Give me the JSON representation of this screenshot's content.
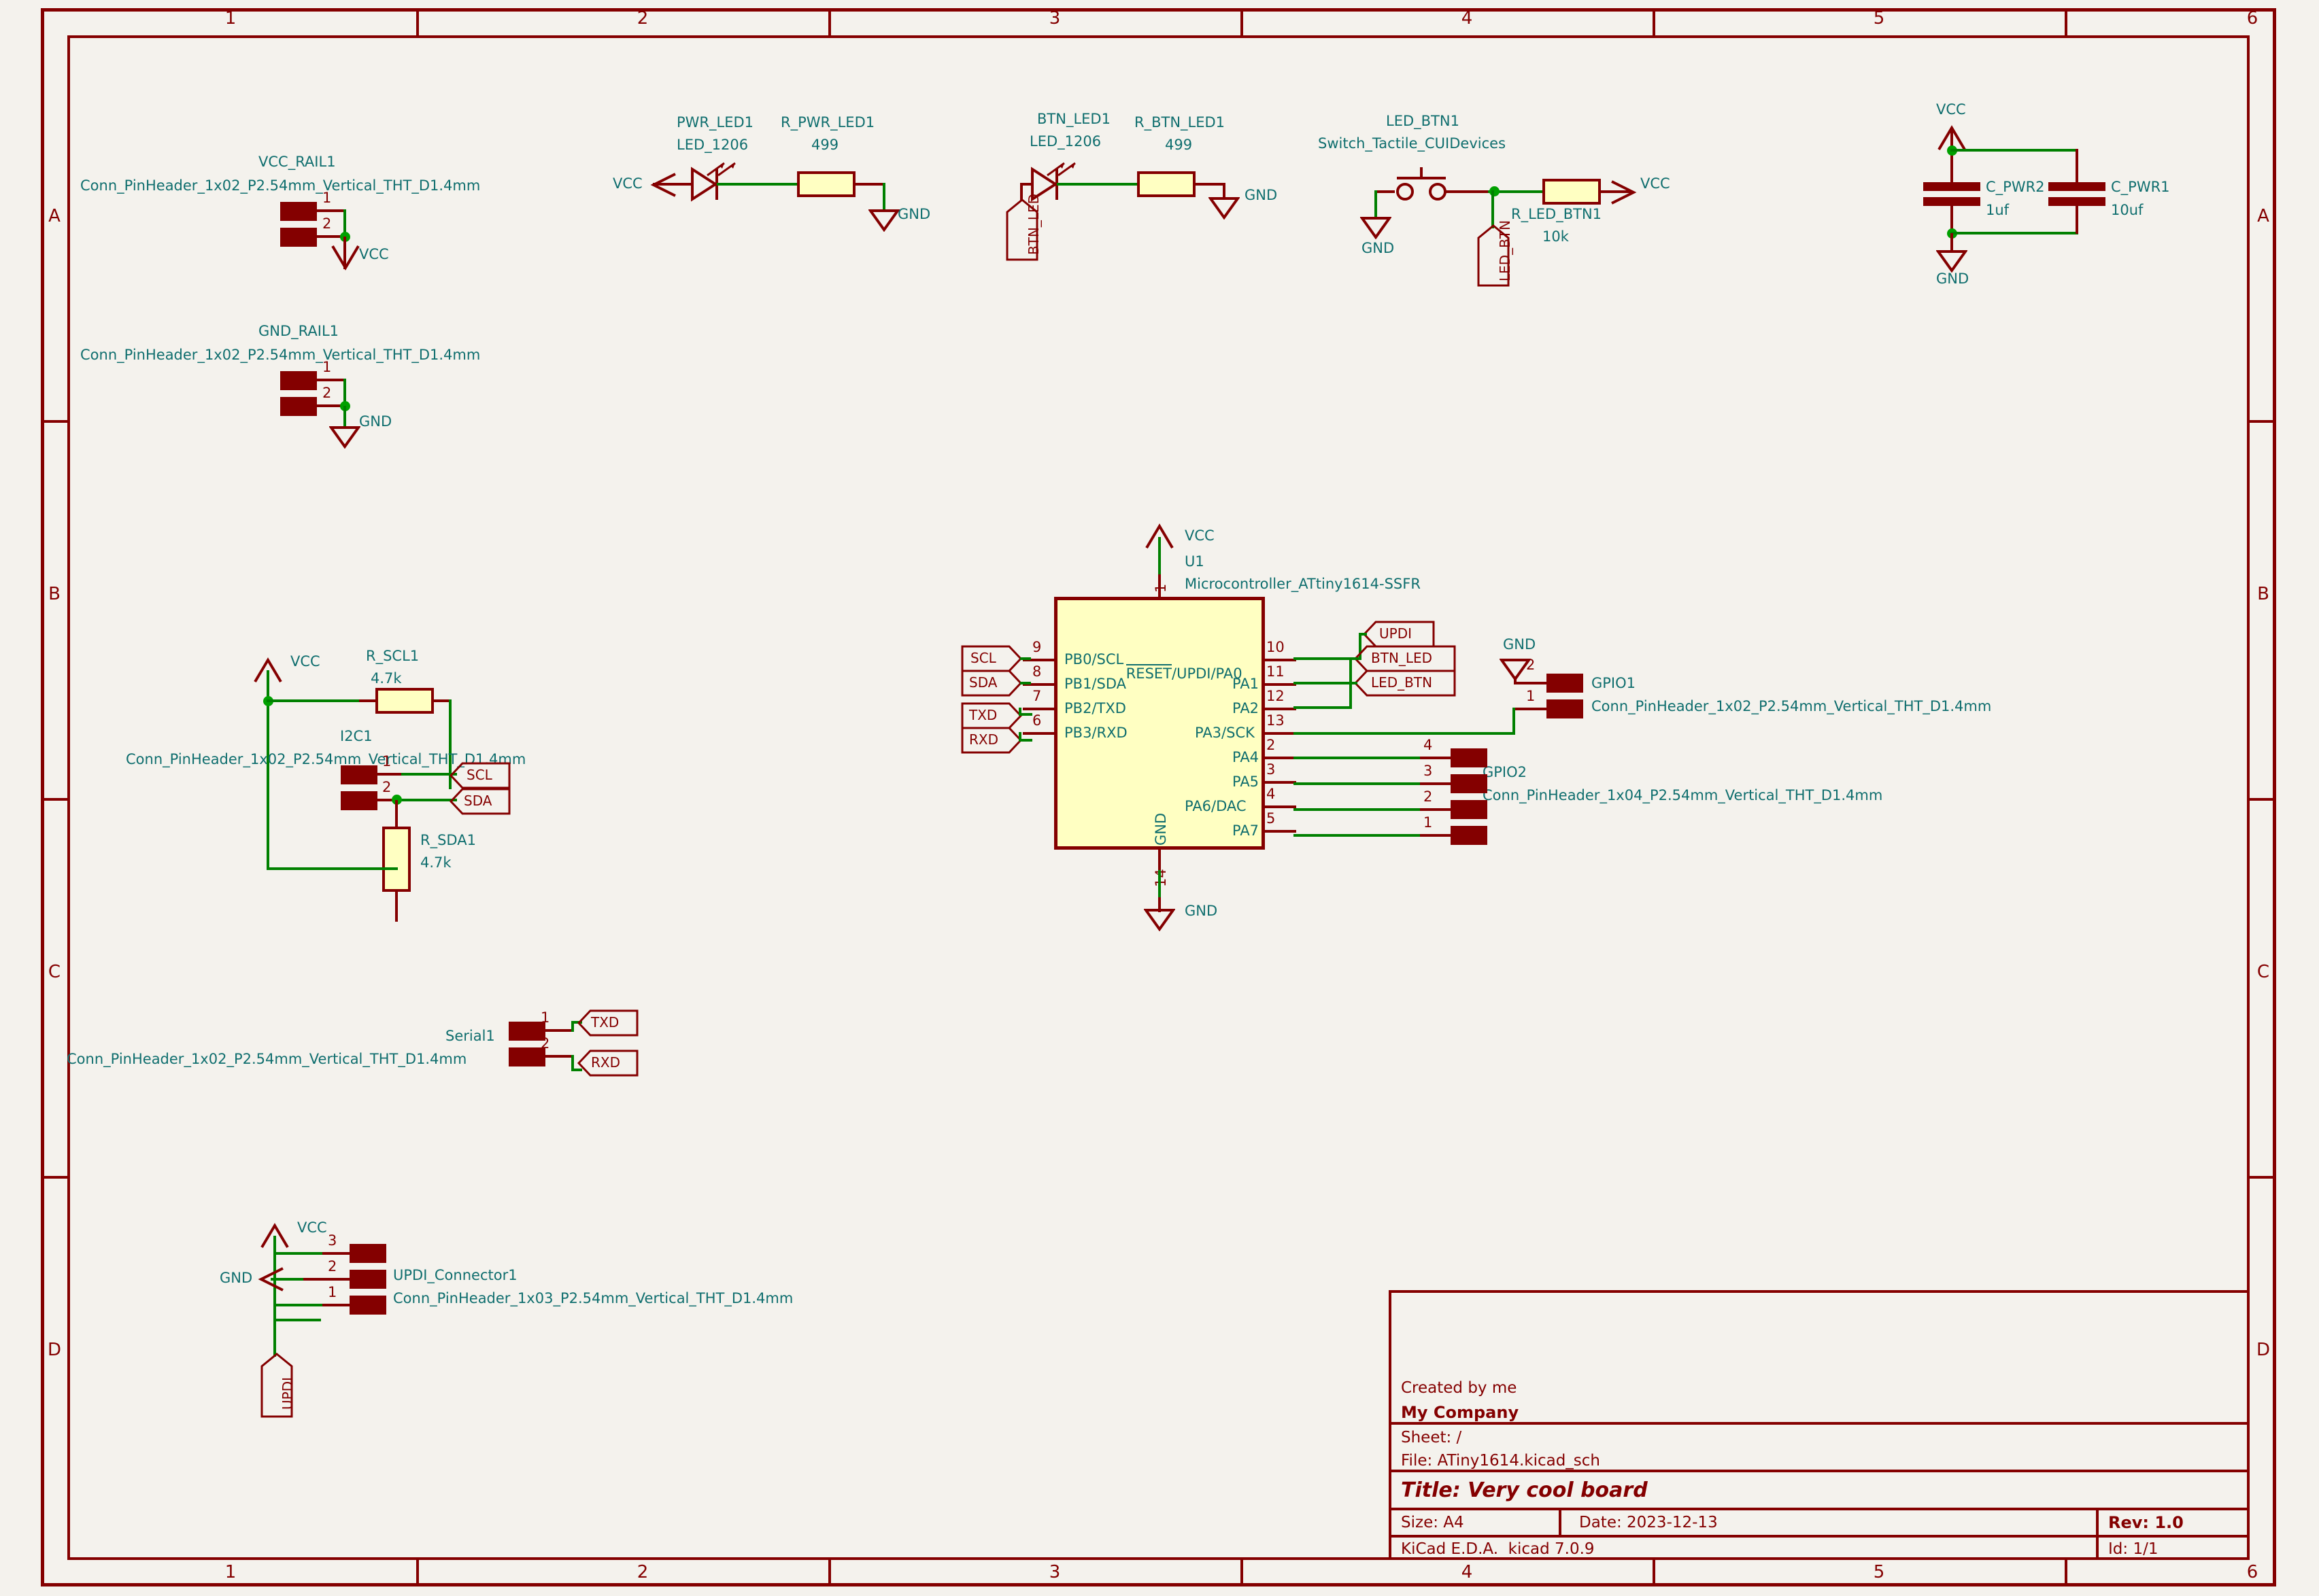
{
  "sheet": {
    "background": "#F4F2ED",
    "wire_color": "#008000",
    "symbol_color": "#840000",
    "text_color": "#0F6E6E",
    "body_fill": "#FFFFC2",
    "zone_cols": [
      "1",
      "2",
      "3",
      "4",
      "5",
      "6"
    ],
    "zone_rows": [
      "A",
      "B",
      "C",
      "D"
    ]
  },
  "title_block": {
    "created_by": "Created by me",
    "company": "My Company",
    "sheet": "Sheet: /",
    "file": "File: ATiny1614.kicad_sch",
    "title": "Title: Very cool board",
    "size": "Size: A4",
    "date": "Date: 2023-12-13",
    "rev": "Rev: 1.0",
    "tool": "KiCad E.D.A.  kicad 7.0.9",
    "id": "Id: 1/1"
  },
  "components": {
    "vcc_rail": {
      "ref": "VCC_RAIL1",
      "value": "Conn_PinHeader_1x02_P2.54mm_Vertical_THT_D1.4mm",
      "pins": [
        "1",
        "2"
      ],
      "power": "VCC"
    },
    "gnd_rail": {
      "ref": "GND_RAIL1",
      "value": "Conn_PinHeader_1x02_P2.54mm_Vertical_THT_D1.4mm",
      "pins": [
        "1",
        "2"
      ],
      "power": "GND"
    },
    "pwr_led": {
      "ref": "PWR_LED1",
      "value": "LED_1206",
      "anode_net": "VCC"
    },
    "r_pwr_led": {
      "ref": "R_PWR_LED1",
      "value": "499",
      "power": "GND"
    },
    "btn_led": {
      "ref": "BTN_LED1",
      "value": "LED_1206",
      "net": "BTN_LED"
    },
    "r_btn_led": {
      "ref": "R_BTN_LED1",
      "value": "499",
      "power": "GND"
    },
    "led_btn_switch": {
      "ref": "LED_BTN1",
      "value": "Switch_Tactile_CUIDevices",
      "power": "GND",
      "net": "LED_BTN"
    },
    "r_led_btn": {
      "ref": "R_LED_BTN1",
      "value": "10k",
      "power": "VCC"
    },
    "c_pwr2": {
      "ref": "C_PWR2",
      "value": "1uf"
    },
    "c_pwr1": {
      "ref": "C_PWR1",
      "value": "10uf"
    },
    "cap_rails": {
      "top": "VCC",
      "bottom": "GND"
    },
    "r_scl": {
      "ref": "R_SCL1",
      "value": "4.7k"
    },
    "r_sda": {
      "ref": "R_SDA1",
      "value": "4.7k"
    },
    "i2c": {
      "ref": "I2C1",
      "value": "Conn_PinHeader_1x02_P2.54mm_Vertical_THT_D1.4mm",
      "pins": [
        "1",
        "2"
      ],
      "nets": [
        "SCL",
        "SDA"
      ],
      "power": "VCC"
    },
    "serial": {
      "ref": "Serial1",
      "value": "Conn_PinHeader_1x02_P2.54mm_Vertical_THT_D1.4mm",
      "pins": [
        "1",
        "2"
      ],
      "nets": [
        "TXD",
        "RXD"
      ]
    },
    "updi_conn": {
      "ref": "UPDI_Connector1",
      "value": "Conn_PinHeader_1x03_P2.54mm_Vertical_THT_D1.4mm",
      "pins": [
        "3",
        "2",
        "1"
      ],
      "power_top": "VCC",
      "power_mid": "GND",
      "net": "UPDI"
    },
    "gpio1": {
      "ref": "GPIO1",
      "value": "Conn_PinHeader_1x02_P2.54mm_Vertical_THT_D1.4mm",
      "pins": [
        "2",
        "1"
      ],
      "power": "GND"
    },
    "gpio2": {
      "ref": "GPIO2",
      "value": "Conn_PinHeader_1x04_P2.54mm_Vertical_THT_D1.4mm",
      "pins": [
        "4",
        "3",
        "2",
        "1"
      ]
    },
    "mcu": {
      "ref": "U1",
      "value": "Microcontroller_ATtiny1614-SSFR",
      "vcc_label": "VCC",
      "vcc_pin_num": "1",
      "vcc_pin_name": "VCC",
      "gnd_label": "GND",
      "gnd_pin_num": "14",
      "gnd_pin_name": "GND",
      "left_pins": [
        {
          "num": "9",
          "name": "PB0/SCL",
          "net": "SCL"
        },
        {
          "num": "8",
          "name": "PB1/SDA",
          "net": "SDA"
        },
        {
          "num": "7",
          "name": "PB2/TXD",
          "net": "TXD"
        },
        {
          "num": "6",
          "name": "PB3/RXD",
          "net": "RXD"
        }
      ],
      "right_pins": [
        {
          "num": "10",
          "name": "RESET/UPDI/PA0",
          "overbar": "RESET",
          "rest": "/UPDI/PA0",
          "net": "UPDI"
        },
        {
          "num": "11",
          "name": "PA1",
          "net": "BTN_LED"
        },
        {
          "num": "12",
          "name": "PA2",
          "net": "LED_BTN"
        },
        {
          "num": "13",
          "name": "PA3/SCK",
          "net": ""
        },
        {
          "num": "2",
          "name": "PA4",
          "net": ""
        },
        {
          "num": "3",
          "name": "PA5",
          "net": ""
        },
        {
          "num": "4",
          "name": "PA6/DAC",
          "net": ""
        },
        {
          "num": "5",
          "name": "PA7",
          "net": ""
        }
      ]
    }
  },
  "labels": {
    "vcc": "VCC",
    "gnd": "GND",
    "scl": "SCL",
    "sda": "SDA",
    "txd": "TXD",
    "rxd": "RXD",
    "updi": "UPDI",
    "btn_led": "BTN_LED",
    "led_btn": "LED_BTN"
  }
}
